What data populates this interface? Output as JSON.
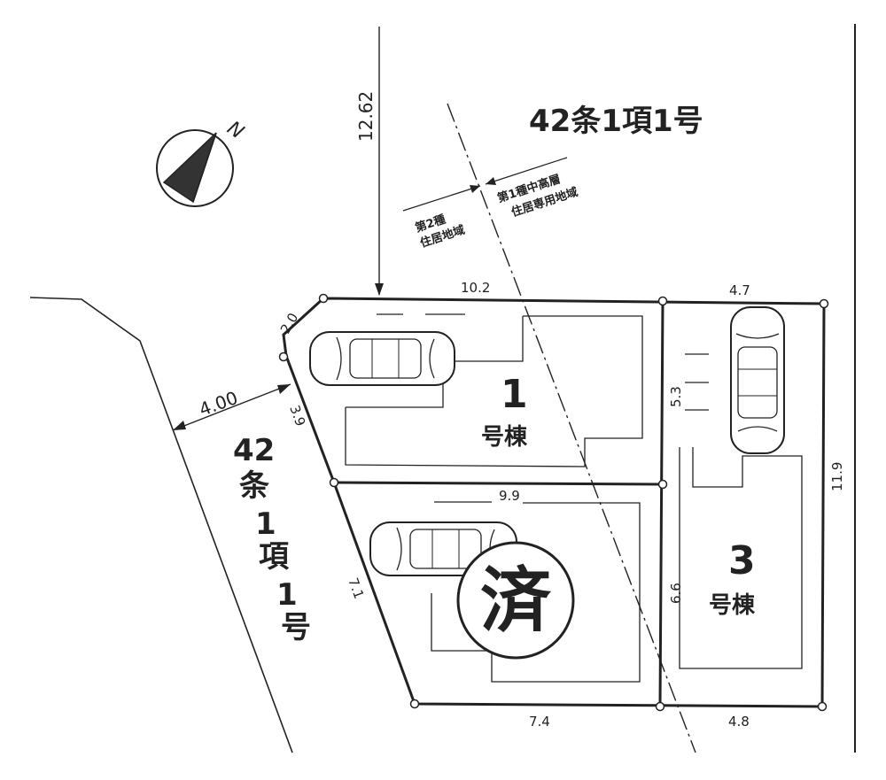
{
  "road_top": {
    "label": "42条1項1号"
  },
  "road_left": {
    "chars": [
      "42",
      "条",
      "1",
      "項",
      "1",
      "号"
    ]
  },
  "north": {
    "label": "N"
  },
  "zones": {
    "left": {
      "line1": "第2種",
      "line2": "住居地域"
    },
    "right": {
      "line1": "第1種中高層",
      "line2": "住居専用地域"
    }
  },
  "dimensions": {
    "setback": "12.62",
    "road_width": "4.00",
    "top_left": "10.2",
    "top_right": "4.7",
    "corner": "2.0",
    "left_upper": "3.9",
    "left_lower": "7.1",
    "mid": "9.9",
    "bottom_left": "7.4",
    "bottom_right": "4.8",
    "right": "11.9",
    "lot3_upper": "5.3",
    "lot3_lower": "6.6"
  },
  "lots": [
    {
      "number": "1",
      "label": "号棟"
    },
    {
      "number": "3",
      "label": "号棟"
    }
  ],
  "sold_stamp": {
    "text": "済"
  }
}
